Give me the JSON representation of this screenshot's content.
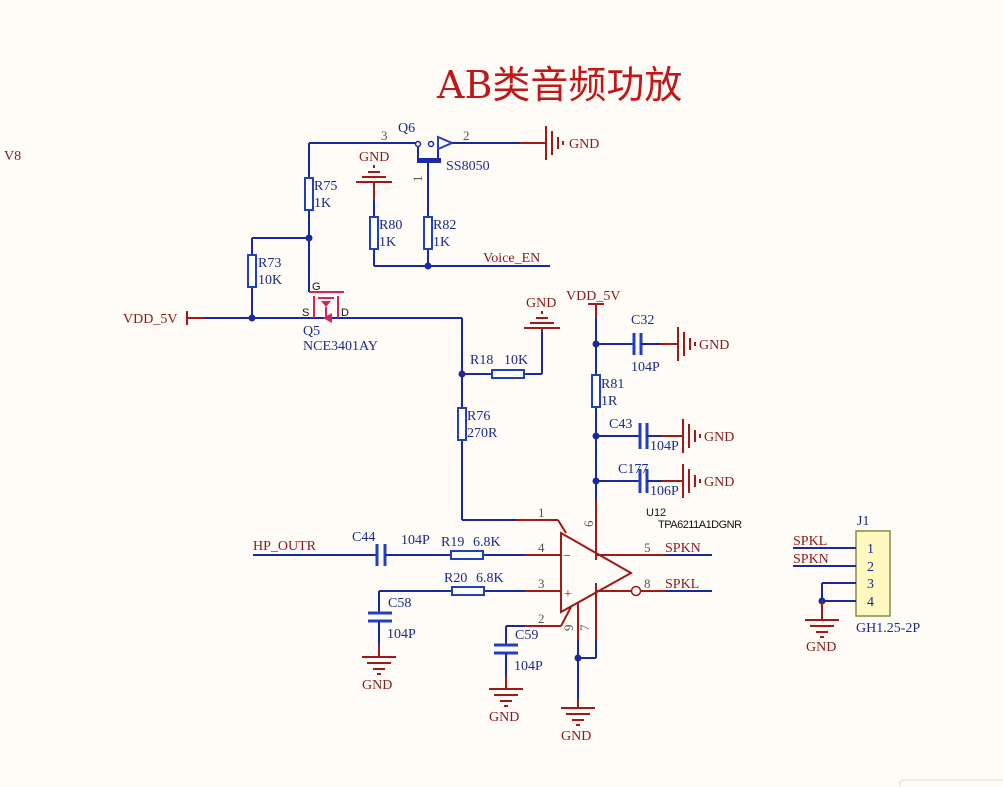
{
  "title": "AB类音频功放",
  "sheet_label": "V8",
  "nets": {
    "gnd": "GND",
    "vdd": "VDD_5V",
    "voice_en": "Voice_EN",
    "hp_outr": "HP_OUTR",
    "spkn": "SPKN",
    "spkl": "SPKL"
  },
  "components": {
    "q6": {
      "ref": "Q6",
      "value": "SS8050",
      "pins": [
        "1",
        "2",
        "3"
      ]
    },
    "q5": {
      "ref": "Q5",
      "value": "NCE3401AY",
      "pins": [
        "G",
        "S",
        "D"
      ]
    },
    "r75": {
      "ref": "R75",
      "value": "1K"
    },
    "r80": {
      "ref": "R80",
      "value": "1K"
    },
    "r82": {
      "ref": "R82",
      "value": "1K"
    },
    "r73": {
      "ref": "R73",
      "value": "10K"
    },
    "r18": {
      "ref": "R18",
      "value": "10K"
    },
    "r76": {
      "ref": "R76",
      "value": "270R"
    },
    "r81": {
      "ref": "R81",
      "value": "1R"
    },
    "r19": {
      "ref": "R19",
      "value": "6.8K"
    },
    "r20": {
      "ref": "R20",
      "value": "6.8K"
    },
    "c32": {
      "ref": "C32",
      "value": "104P"
    },
    "c43": {
      "ref": "C43",
      "value": "104P"
    },
    "c177": {
      "ref": "C177",
      "value": "106P"
    },
    "c44": {
      "ref": "C44",
      "value": "104P"
    },
    "c58": {
      "ref": "C58",
      "value": "104P"
    },
    "c59": {
      "ref": "C59",
      "value": "104P"
    },
    "u12": {
      "ref": "U12",
      "value": "TPA6211A1DGNR",
      "pins": [
        "1",
        "2",
        "3",
        "4",
        "5",
        "6",
        "7",
        "8",
        "9"
      ],
      "minus": "−",
      "plus": "+"
    },
    "j1": {
      "ref": "J1",
      "value": "GH1.25-2P",
      "pins": [
        "1",
        "2",
        "3",
        "4"
      ]
    }
  }
}
